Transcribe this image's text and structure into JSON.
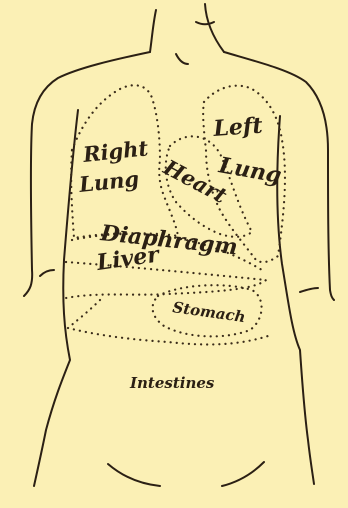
{
  "labels": {
    "right_lung_1": "Right",
    "right_lung_2": "Lung",
    "left_lung_1": "Left",
    "left_lung_2": "Lung",
    "heart": "Heart",
    "diaphragm": "Diaphragm",
    "liver": "Liver",
    "stomach": "Stomach",
    "intestines": "Intestines"
  },
  "colors": {
    "paper": "#fbf0b5",
    "ink": "#2b2014"
  }
}
